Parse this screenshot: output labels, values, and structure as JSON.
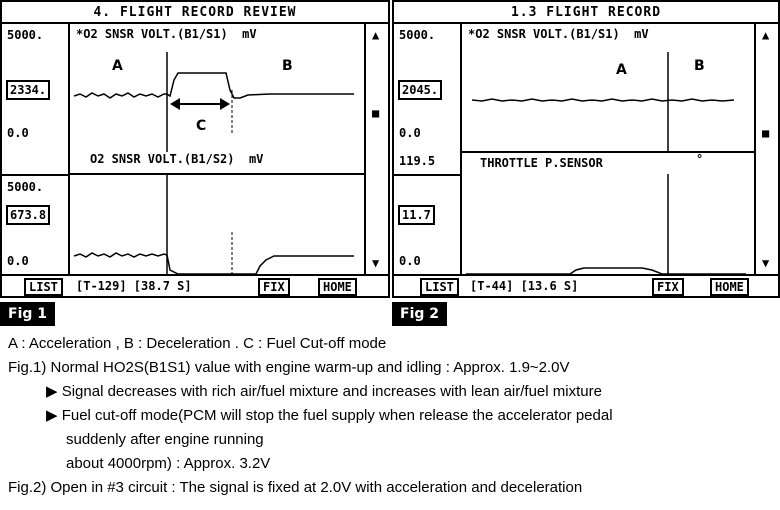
{
  "fig1": {
    "title": "4. FLIGHT RECORD REVIEW",
    "upper": {
      "max": "5000.",
      "current": "2334.",
      "min": "0.0",
      "label": "*O2 SNSR VOLT.(B1/S1)  mV"
    },
    "lower": {
      "max": "5000.",
      "current": "673.8",
      "min": "0.0",
      "label": "O2 SNSR VOLT.(B1/S2)  mV"
    },
    "zones": {
      "a": "A",
      "b": "B",
      "c": "C"
    },
    "footer": {
      "list": "LIST",
      "info": "[T-129] [38.7 S]",
      "fix": "FIX",
      "home": "HOME"
    },
    "scroll": {
      "up": "▲",
      "mid": "■",
      "down": "▼"
    },
    "tag": "Fig 1"
  },
  "fig2": {
    "title": "1.3 FLIGHT RECORD",
    "upper": {
      "max": "5000.",
      "current": "2045.",
      "min": "0.0",
      "label": "*O2 SNSR VOLT.(B1/S1)  mV"
    },
    "lower": {
      "max": "119.5",
      "current": "11.7",
      "min": "0.0",
      "label": "THROTTLE P.SENSOR",
      "unit": "°"
    },
    "zones": {
      "a": "A",
      "b": "B"
    },
    "footer": {
      "list": "LIST",
      "info": "[T-44] [13.6 S]",
      "fix": "FIX",
      "home": "HOME"
    },
    "scroll": {
      "up": "▲",
      "mid": "■",
      "down": "▼"
    },
    "tag": "Fig 2"
  },
  "notes": {
    "legend": "A : Acceleration , B : Deceleration . C : Fuel Cut-off mode",
    "fig1_line": "Fig.1) Normal HO2S(B1S1) value with engine warm-up and idling : Approx. 1.9~2.0V",
    "bullet1": "▶ Signal decreases with rich air/fuel mixture and increases with lean air/fuel mixture",
    "bullet2": "▶ Fuel cut-off mode(PCM will stop the fuel supply when release the accelerator pedal",
    "bullet2_cont1": "suddenly after engine running",
    "bullet2_cont2": "about 4000rpm) : Approx. 3.2V",
    "fig2_line": "Fig.2) Open in #3 circuit : The signal is fixed at 2.0V with acceleration and deceleration"
  }
}
